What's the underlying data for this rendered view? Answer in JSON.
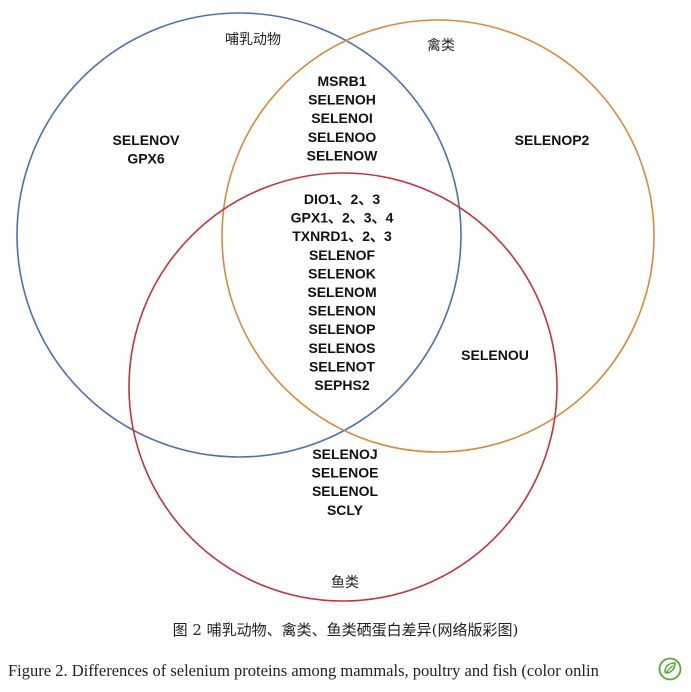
{
  "sets": [
    {
      "id": "mammals",
      "label": "哺乳动物",
      "color": "#4a72b0"
    },
    {
      "id": "poultry",
      "label": "禽类",
      "color": "#d98a38"
    },
    {
      "id": "fish",
      "label": "鱼类",
      "color": "#c8323c"
    }
  ],
  "regions": {
    "mammals_only": [
      "SELENOV",
      "GPX6"
    ],
    "poultry_only": [
      "SELENOP2"
    ],
    "mammals_poultry": [
      "MSRB1",
      "SELENOH",
      "SELENOI",
      "SELENOO",
      "SELENOW"
    ],
    "all_three": [
      "DIO1、2、3",
      "GPX1、2、3、4",
      "TXNRD1、2、3",
      "SELENOF",
      "SELENOK",
      "SELENOM",
      "SELENON",
      "SELENOP",
      "SELENOS",
      "SELENOT",
      "SEPHS2"
    ],
    "poultry_fish": [
      "SELENOU"
    ],
    "fish_only": [
      "SELENOJ",
      "SELENOE",
      "SELENOL",
      "SCLY"
    ]
  },
  "caption": {
    "cn": "图 2  哺乳动物、禽类、鱼类硒蛋白差异(网络版彩图)",
    "en": "Figure 2. Differences of selenium proteins among mammals, poultry and fish (color onlin"
  },
  "badge_icon": "leaf-badge-icon",
  "badge_color": "#5aa83a"
}
